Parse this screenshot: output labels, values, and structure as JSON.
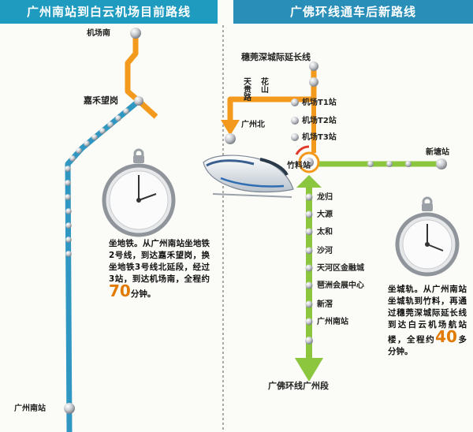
{
  "left_panel": {
    "title": "广州南站到白云机场目前路线",
    "stations": {
      "top": "机场南",
      "middle": "嘉禾望岗",
      "bottom": "广州南站"
    },
    "description": {
      "before": "坐地铁。从广州南站坐地铁2号线，到达嘉禾望岗，换坐地铁3号线北延段，经过3站，到达机场南，全程约",
      "number": "70",
      "after": "分钟。"
    }
  },
  "right_panel": {
    "title": "广佛环线通车后新路线",
    "top_line_label": "穗莞深城际延长线",
    "vertical_top_label": [
      "天贵路",
      "花山"
    ],
    "guangzhou_north": "广州北",
    "airport_terminals": [
      "机场T1站",
      "机场T2站",
      "机场T3站"
    ],
    "interchange": "竹料站",
    "east_end": "新塘站",
    "south_stations": [
      "龙归",
      "大源",
      "太和",
      "沙河",
      "天河区金融城",
      "琶洲会展中心",
      "新滘",
      "广州南站"
    ],
    "bottom_label": "广佛环线广州段",
    "description": {
      "before": "坐城轨。从广州南站坐城轨到竹料，再通过穗莞深城际延长线到达白云机场航站楼，全程约",
      "number": "40",
      "after": "多分钟。"
    }
  },
  "colors": {
    "orange": "#f39a1e",
    "green": "#8cc63f",
    "teal": "#2f97c1",
    "node": "#c9ccd0"
  },
  "icons": [
    "stopwatch-icon",
    "high-speed-train-icon",
    "down-arrow-icon",
    "exchange-arrow-icon"
  ]
}
